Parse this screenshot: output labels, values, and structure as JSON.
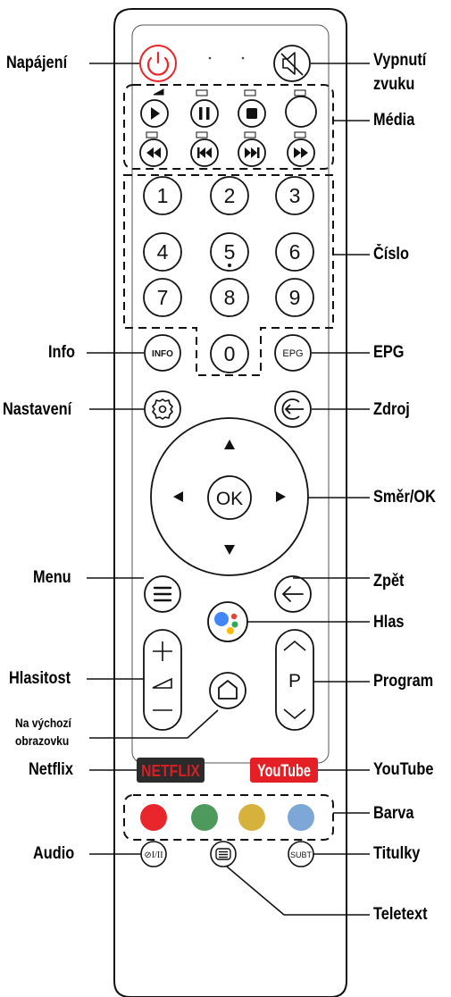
{
  "labels": {
    "power": "Napájení",
    "mute_line1": "Vypnutí",
    "mute_line2": "zvuku",
    "media": "Média",
    "number": "Číslo",
    "info": "Info",
    "epg": "EPG",
    "settings": "Nastavení",
    "source": "Zdroj",
    "direction_ok": "Směr/OK",
    "menu": "Menu",
    "back": "Zpět",
    "voice": "Hlas",
    "volume": "Hlasitost",
    "program": "Program",
    "home_line1": "Na výchozí",
    "home_line2": "obrazovku",
    "netflix": "Netflix",
    "youtube": "YouTube",
    "color": "Barva",
    "audio": "Audio",
    "subtitles": "Titulky",
    "teletext": "Teletext"
  },
  "buttons": {
    "digits": [
      "1",
      "2",
      "3",
      "4",
      "5",
      "6",
      "7",
      "8",
      "9",
      "0"
    ],
    "info_text": "INFO",
    "epg_text": "EPG",
    "ok_text": "OK",
    "program_text": "P",
    "netflix_text": "NETFLIX",
    "youtube_text": "YouTube",
    "audio_text": "⊘I/II",
    "subt_text": "SUBT"
  },
  "colors": {
    "power_red": "#e8262b",
    "netflix_red": "#d22027",
    "youtube_red": "#e51f26",
    "red_key": "#e8262b",
    "green_key": "#4e9a5c",
    "yellow_key": "#d6b23c",
    "blue_key": "#7da7d6",
    "assistant_blue": "#4285f4",
    "assistant_red": "#ea4335",
    "assistant_yellow": "#fbbc05",
    "assistant_green": "#34a853"
  }
}
